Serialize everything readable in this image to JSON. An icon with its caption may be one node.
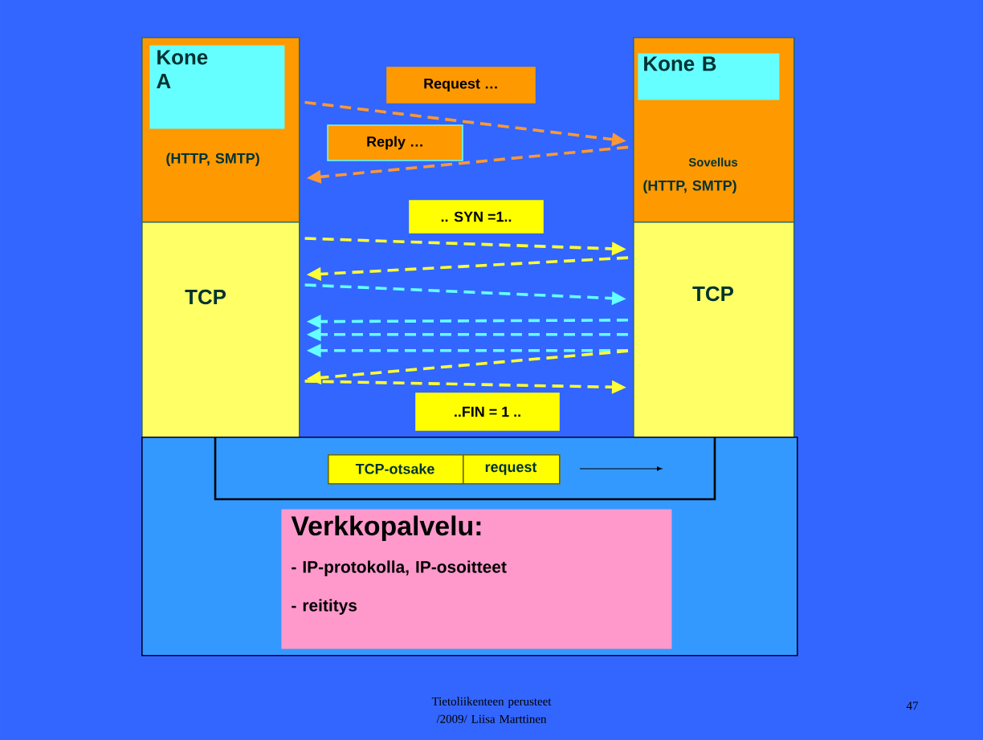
{
  "diagram": {
    "nodes": [
      {
        "text": [
          "(HTTP, SMTP)"
        ]
      },
      {
        "text": [
          "Kone A"
        ],
        "in": 0
      },
      {
        "text": [
          "TCP"
        ]
      },
      {
        "text": [
          "Sovellus",
          "(HTTP, SMTP)"
        ]
      },
      {
        "text": [
          "Kone B"
        ],
        "in": 3
      },
      {
        "text": [
          "TCP"
        ]
      },
      {
        "text": [],
        "shape": "box"
      },
      {
        "text": [
          "TCP-otsake"
        ],
        "in": 6
      },
      {
        "text": [
          "request"
        ],
        "in": 6
      },
      {
        "text": [
          "Verkkopalvelu:",
          "- IP-protokolla, IP-osoitteet",
          "- reititys"
        ],
        "in": 6
      }
    ],
    "edges": [
      {
        "from": 0,
        "to": 3,
        "arrow": "to",
        "label": "Request …",
        "style": "dashed",
        "color": "#ff9933"
      },
      {
        "from": 3,
        "to": 0,
        "arrow": "to",
        "label": "Reply …",
        "style": "dashed",
        "color": "#ff9933"
      },
      {
        "from": 2,
        "to": 5,
        "arrow": "to",
        "label": ".. SYN =1..",
        "style": "dashed",
        "color": "#ffff33"
      },
      {
        "from": 5,
        "to": 2,
        "arrow": "to",
        "style": "dashed",
        "color": "#ffff33"
      },
      {
        "from": 2,
        "to": 5,
        "arrow": "to",
        "style": "dashed",
        "color": "#66ffff"
      },
      {
        "from": 5,
        "to": 2,
        "arrow": "to",
        "style": "dashed",
        "color": "#66ffff"
      },
      {
        "from": 5,
        "to": 2,
        "arrow": "to",
        "style": "dashed",
        "color": "#66ffff"
      },
      {
        "from": 5,
        "to": 2,
        "arrow": "to",
        "style": "dashed",
        "color": "#66ffff"
      },
      {
        "from": 5,
        "to": 2,
        "arrow": "to",
        "style": "dashed",
        "color": "#ffff33"
      },
      {
        "from": 2,
        "to": 5,
        "arrow": "to",
        "label": "..FIN = 1 ..",
        "style": "dashed",
        "color": "#ffff33"
      }
    ],
    "labels": [
      "Tietoliikenteen perusteet /2009/  Liisa Marttinen",
      "47"
    ]
  }
}
